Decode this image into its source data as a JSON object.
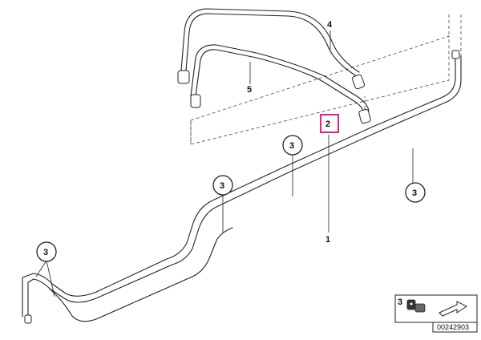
{
  "callouts": {
    "part_1": "1",
    "part_2": "2",
    "part_3": "3",
    "part_4": "4",
    "part_5": "5"
  },
  "highlight_color": "#e0218a",
  "inset": {
    "ref": "3",
    "code": "00242903"
  }
}
